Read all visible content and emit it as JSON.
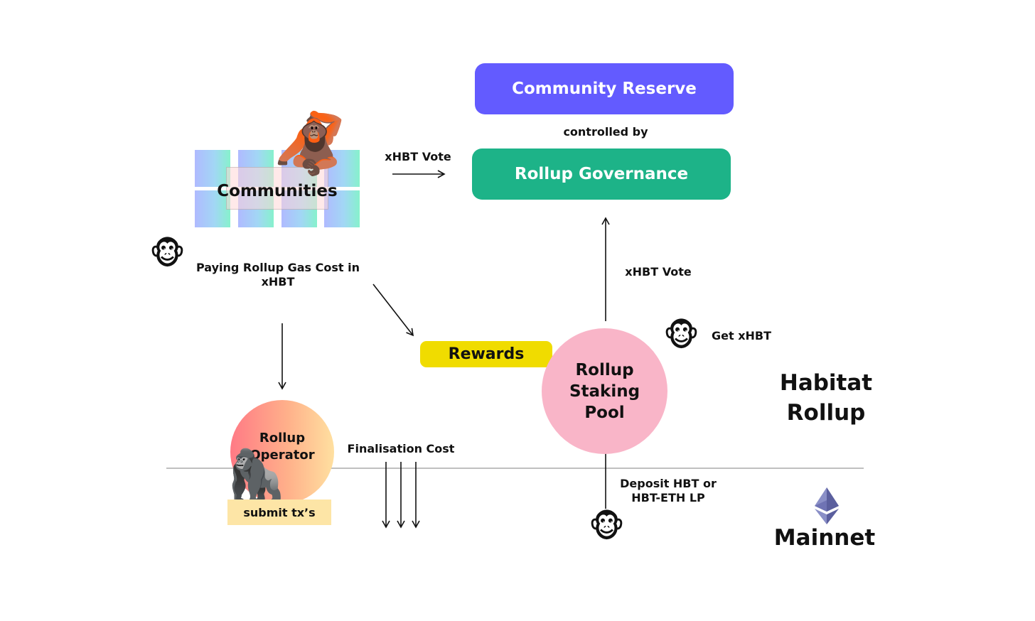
{
  "nodes": {
    "community_reserve": "Community Reserve",
    "controlled_by": "controlled by",
    "rollup_governance": "Rollup Governance",
    "communities": "Communities",
    "rewards": "Rewards",
    "staking_pool": [
      "Rollup",
      "Staking",
      "Pool"
    ],
    "rollup_operator": [
      "Rollup",
      "Operator"
    ],
    "submit_txs": "submit tx’s"
  },
  "edges": {
    "xhbt_vote_top": "xHBT Vote",
    "xhbt_vote_right": "xHBT Vote",
    "paying_gas": [
      "Paying Rollup Gas Cost in",
      "xHBT"
    ],
    "get_xhbt": "Get xHBT",
    "finalisation_cost": "Finalisation Cost",
    "deposit": [
      "Deposit HBT or",
      "HBT-ETH LP"
    ]
  },
  "layers": {
    "habitat_rollup": [
      "Habitat",
      "Rollup"
    ],
    "mainnet": "Mainnet"
  },
  "icons": {
    "orangutan": "🦧",
    "monkey": "🐵",
    "gorilla": "🦍",
    "ethereum": "ethereum-icon"
  },
  "colors": {
    "community_reserve": "#635bff",
    "rollup_governance": "#1db388",
    "rewards": "#f0dc00",
    "staking_pool": "#f9b5c8",
    "submit_txs": "#fde5a6"
  }
}
